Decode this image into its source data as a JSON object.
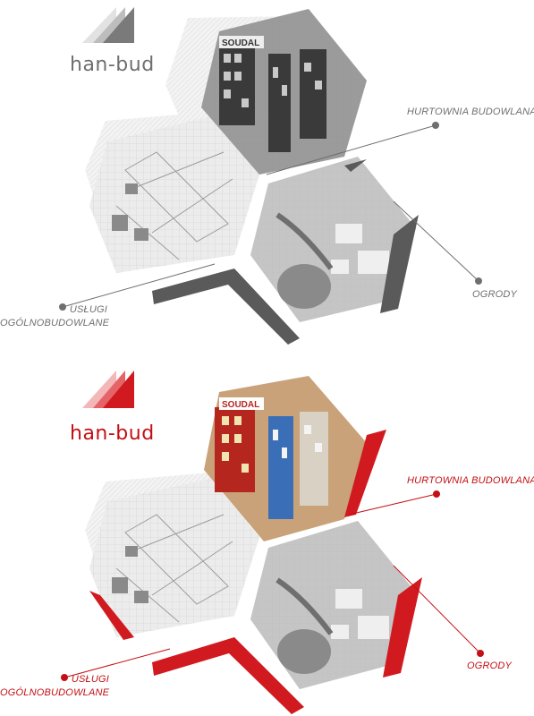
{
  "colors": {
    "gray_accent": "#5a5a5a",
    "red_accent": "#d11a1f",
    "hex_fill_light": "#e7e7e7",
    "hex_fill_dark": "#9a9a9a"
  },
  "panels": [
    {
      "id": "inactive",
      "brand": "han-bud",
      "labels": {
        "hurtownia": "HURTOWNIA BUDOWLANA",
        "ogrody": "OGRODY",
        "uslugi_line1": "USŁUGI",
        "uslugi_line2": "OGÓLNOBUDOWLANE"
      }
    },
    {
      "id": "active",
      "brand": "han-bud",
      "labels": {
        "hurtownia": "HURTOWNIA BUDOWLANA",
        "ogrody": "OGRODY",
        "uslugi_line1": "USŁUGI",
        "uslugi_line2": "OGÓLNOBUDOWLANE"
      }
    }
  ],
  "hex_images": {
    "store_sign_1": "SOUDAL"
  }
}
